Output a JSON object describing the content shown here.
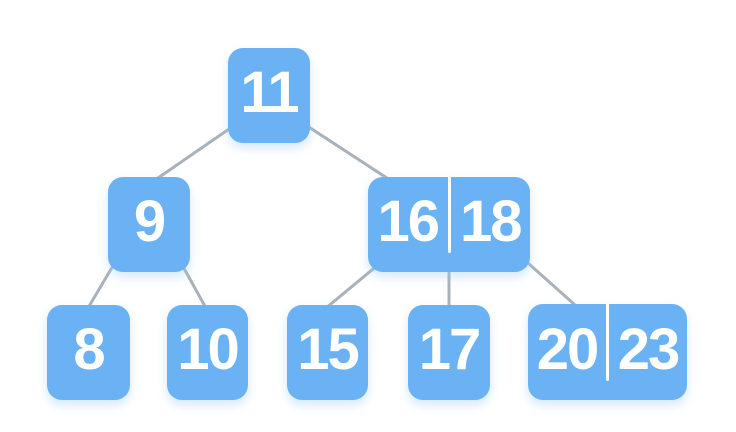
{
  "tree": {
    "colors": {
      "node_fill": "#6ab2f4",
      "key_text": "#ffffff",
      "edge_line": "#a9b2ba",
      "key_divider": "#ffffff",
      "background": "#ffffff"
    },
    "nodes": [
      {
        "id": "11",
        "keys": [
          "11"
        ]
      },
      {
        "id": "9",
        "keys": [
          "9"
        ]
      },
      {
        "id": "16-18",
        "keys": [
          "16",
          "18"
        ]
      },
      {
        "id": "8",
        "keys": [
          "8"
        ]
      },
      {
        "id": "10",
        "keys": [
          "10"
        ]
      },
      {
        "id": "15",
        "keys": [
          "15"
        ]
      },
      {
        "id": "17",
        "keys": [
          "17"
        ]
      },
      {
        "id": "20-23",
        "keys": [
          "20",
          "23"
        ]
      }
    ],
    "edges": [
      {
        "from": "11",
        "to": "9"
      },
      {
        "from": "11",
        "to": "16-18"
      },
      {
        "from": "9",
        "to": "8"
      },
      {
        "from": "9",
        "to": "10"
      },
      {
        "from": "16-18",
        "to": "15"
      },
      {
        "from": "16-18",
        "to": "17"
      },
      {
        "from": "16-18",
        "to": "20-23"
      }
    ]
  }
}
